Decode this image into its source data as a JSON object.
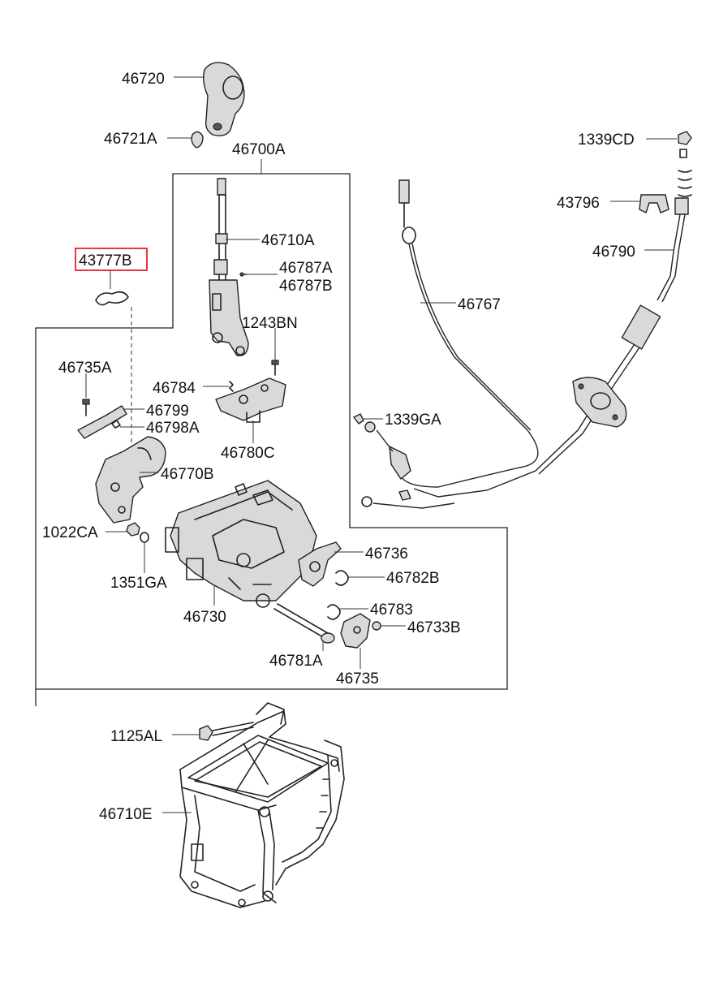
{
  "parts": {
    "p46720": "46720",
    "p46721A": "46721A",
    "p46700A": "46700A",
    "p43777B": "43777B",
    "p46710A": "46710A",
    "p46787A": "46787A",
    "p46787B": "46787B",
    "p1243BN": "1243BN",
    "p46735A": "46735A",
    "p46784": "46784",
    "p46799": "46799",
    "p46798A": "46798A",
    "p46780C": "46780C",
    "p46770B": "46770B",
    "p1022CA": "1022CA",
    "p1351GA": "1351GA",
    "p46730": "46730",
    "p46736": "46736",
    "p46782B": "46782B",
    "p46783": "46783",
    "p46733B": "46733B",
    "p46781A": "46781A",
    "p46735": "46735",
    "p1339CD": "1339CD",
    "p43796": "43796",
    "p46790": "46790",
    "p46767": "46767",
    "p1339GA": "1339GA",
    "p1125AL": "1125AL",
    "p46710E": "46710E"
  },
  "highlight_color": "#e8202a"
}
